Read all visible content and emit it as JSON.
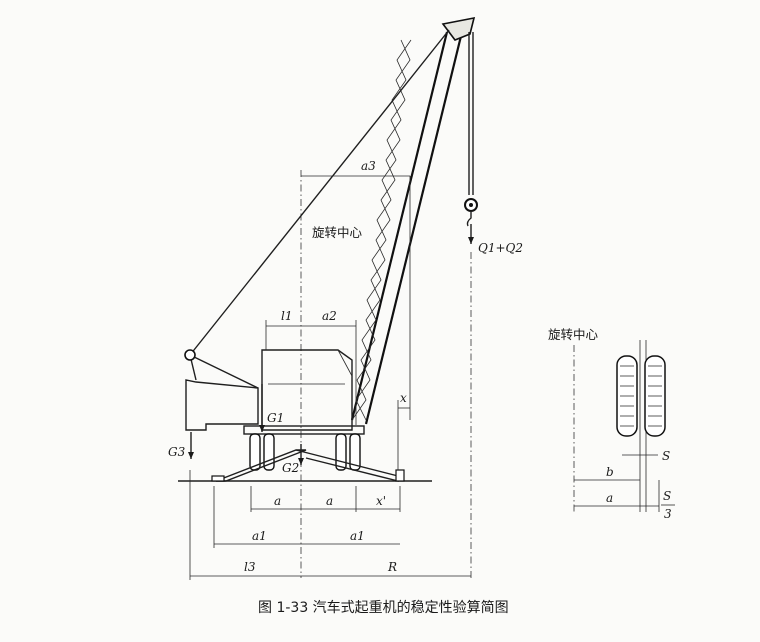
{
  "diagram": {
    "labels": {
      "a3": "a3",
      "rotation_center_main": "旋转中心",
      "load": "Q1+Q2",
      "l1": "l1",
      "a2": "a2",
      "x": "x",
      "G1": "G1",
      "G2": "G2",
      "G3": "G3",
      "a_left": "a",
      "a_right": "a",
      "x_prime": "x'",
      "a1_left": "a1",
      "a1_right": "a1",
      "l3": "l3",
      "R": "R"
    },
    "detail": {
      "rotation_center": "旋转中心",
      "b": "b",
      "S": "S",
      "a": "a",
      "S_over_3_num": "S",
      "S_over_3_den": "3"
    }
  },
  "caption": "图 1-33   汽车式起重机的稳定性验算简图"
}
